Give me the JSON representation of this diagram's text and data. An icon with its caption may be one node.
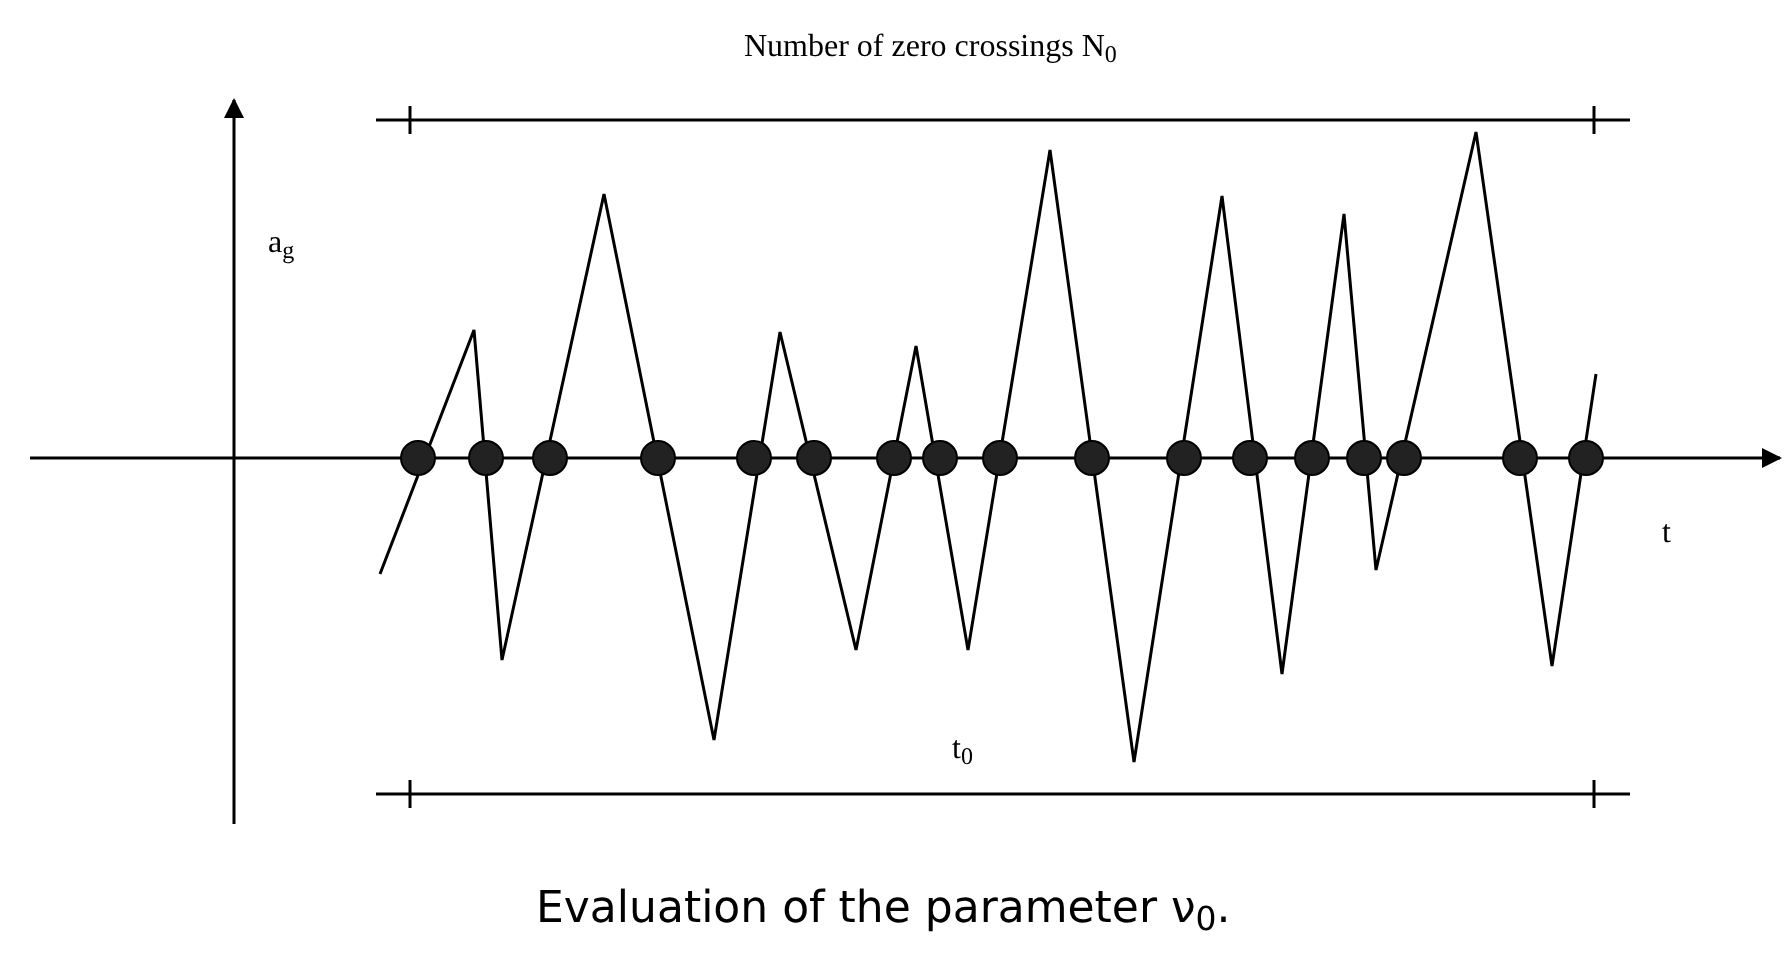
{
  "diagram": {
    "caption": "Evaluation of the parameter ν$_{0}$.",
    "labels": [
      "Number of zero crossings N$_{0}$",
      "a$_{g}$",
      "t",
      "t$_{0}$"
    ]
  }
}
